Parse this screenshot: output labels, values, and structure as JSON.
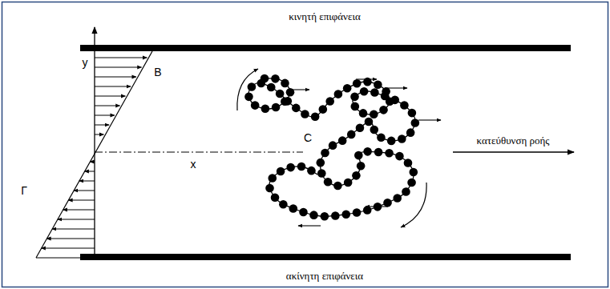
{
  "diagram": {
    "labels": [
      "κινητή επιφάνεια",
      "y",
      "B",
      "x",
      "C",
      "κατεύθυνση ροής",
      "Γ",
      "ακίνητη επιφάνεια"
    ]
  }
}
